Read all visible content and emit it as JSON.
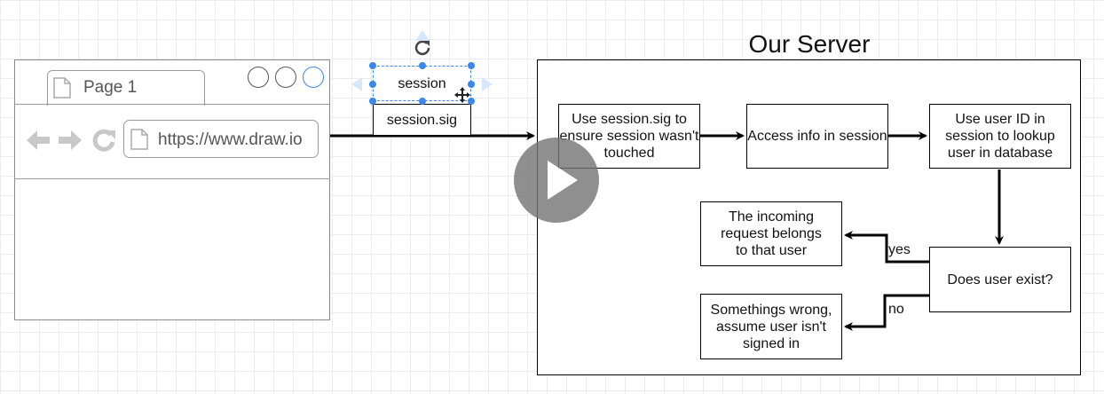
{
  "browser": {
    "tab_label": "Page 1",
    "url": "https://www.draw.io",
    "icons": [
      "page-icon",
      "back-arrow-icon",
      "forward-arrow-icon",
      "reload-icon",
      "url-page-icon"
    ]
  },
  "cookie": {
    "session_label": "session",
    "sig_label": "session.sig"
  },
  "server": {
    "title": "Our Server",
    "step1": "Use session.sig to ensure session wasn't touched",
    "step2": "Access info in session",
    "step3": "Use user ID in session to lookup user in database",
    "decision": "Does user exist?",
    "yes_label": "yes",
    "no_label": "no",
    "yes_result": "The incoming request belongs to that user",
    "no_result": "Somethings wrong, assume user isn't signed in"
  },
  "colors": {
    "selection": "#3a87ed",
    "play_overlay": "#737373"
  }
}
